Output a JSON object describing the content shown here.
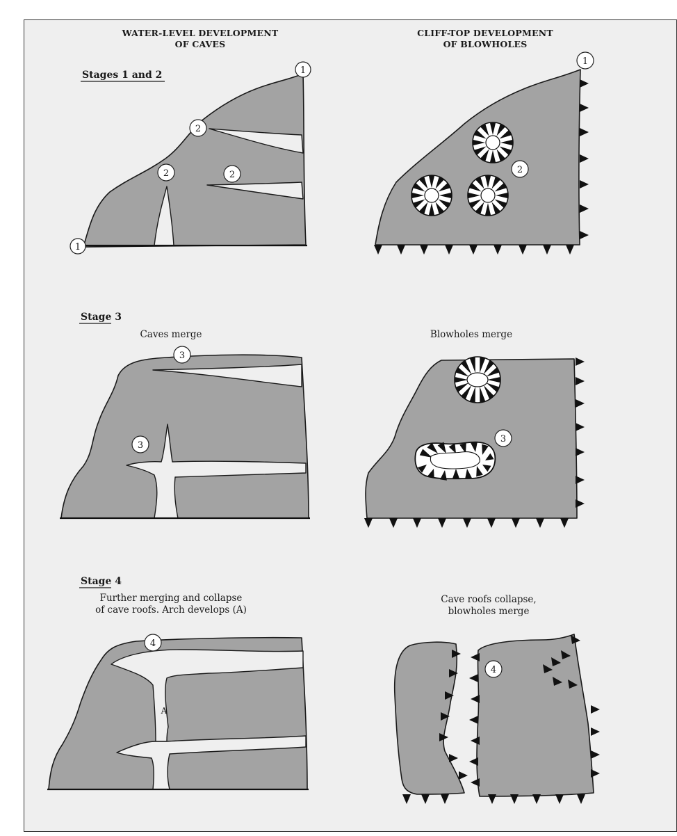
{
  "headings": {
    "left_line1": "WATER-LEVEL DEVELOPMENT",
    "left_line2": "OF CAVES",
    "right_line1": "CLIFF-TOP DEVELOPMENT",
    "right_line2": "OF BLOWHOLES"
  },
  "stages": {
    "s12": {
      "label": "Stages 1 and 2"
    },
    "s3": {
      "label": "Stage 3",
      "left_caption": "Caves merge",
      "right_caption": "Blowholes merge"
    },
    "s4": {
      "label": "Stage 4",
      "left_caption_line1": "Further merging and collapse",
      "left_caption_line2": "of cave roofs. Arch develops (A)",
      "right_caption_line1": "Cave roofs collapse,",
      "right_caption_line2": "blowholes merge"
    }
  },
  "markers": {
    "one": "1",
    "two": "2",
    "three": "3",
    "four": "4",
    "arch": "A"
  },
  "colors": {
    "rock": "#a3a3a3",
    "background": "#efefef",
    "outline": "#1a1a1a"
  }
}
